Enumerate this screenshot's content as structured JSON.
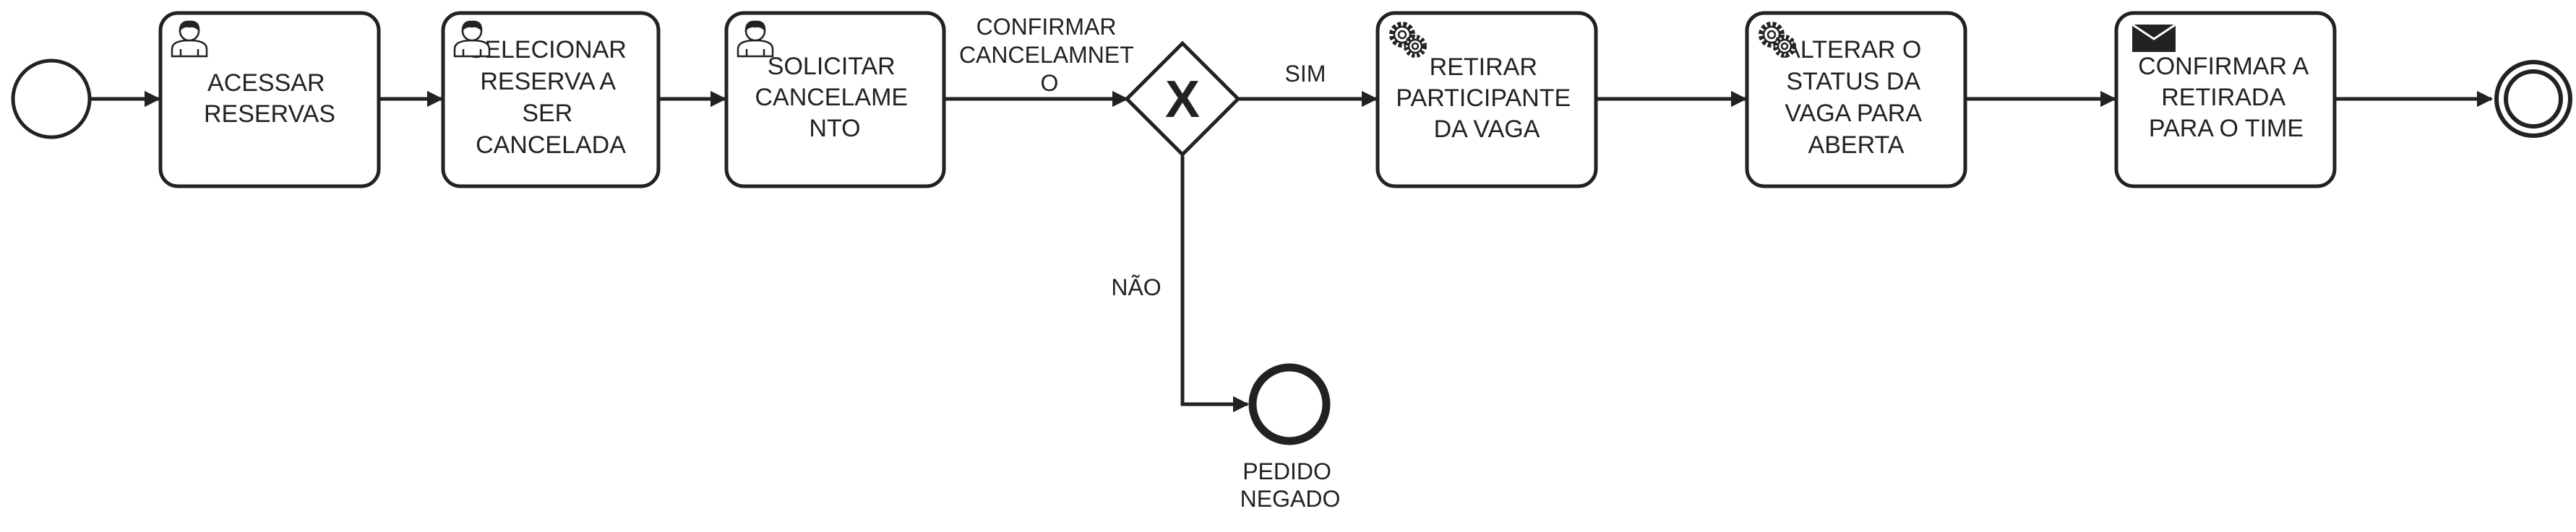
{
  "diagram": {
    "type": "bpmn-process",
    "start_event": {
      "kind": "start"
    },
    "tasks": [
      {
        "id": "t1",
        "type": "user",
        "icon": "user-icon",
        "lines": [
          "ACESSAR",
          "RESERVAS"
        ]
      },
      {
        "id": "t2",
        "type": "user",
        "icon": "user-icon",
        "lines": [
          "SELECIONAR",
          "RESERVA A",
          "SER",
          "CANCELADA"
        ]
      },
      {
        "id": "t3",
        "type": "user",
        "icon": "user-icon",
        "lines": [
          "SOLICITAR",
          "CANCELAME",
          "NTO"
        ]
      },
      {
        "id": "t4",
        "type": "service",
        "icon": "gear-icon",
        "lines": [
          "RETIRAR",
          "PARTICIPANTE",
          "DA VAGA"
        ]
      },
      {
        "id": "t5",
        "type": "service",
        "icon": "gear-icon",
        "lines": [
          "ALTERAR O",
          "STATUS DA",
          "VAGA PARA",
          "ABERTA"
        ]
      },
      {
        "id": "t6",
        "type": "send",
        "icon": "envelope-icon",
        "lines": [
          "CONFIRMAR A",
          "RETIRADA",
          "PARA O TIME"
        ]
      }
    ],
    "gateway": {
      "kind": "exclusive",
      "symbol": "X",
      "question_lines": [
        "CONFIRMAR",
        "CANCELAMNET",
        "O"
      ]
    },
    "flows": {
      "yes_label": "SIM",
      "no_label": "NÃO"
    },
    "rejected_end": {
      "kind": "end",
      "lines": [
        "PEDIDO",
        "NEGADO"
      ]
    },
    "end_event": {
      "kind": "end-terminate"
    }
  },
  "colors": {
    "stroke": "#222222",
    "background": "#ffffff",
    "icon_fill": "#222222"
  }
}
